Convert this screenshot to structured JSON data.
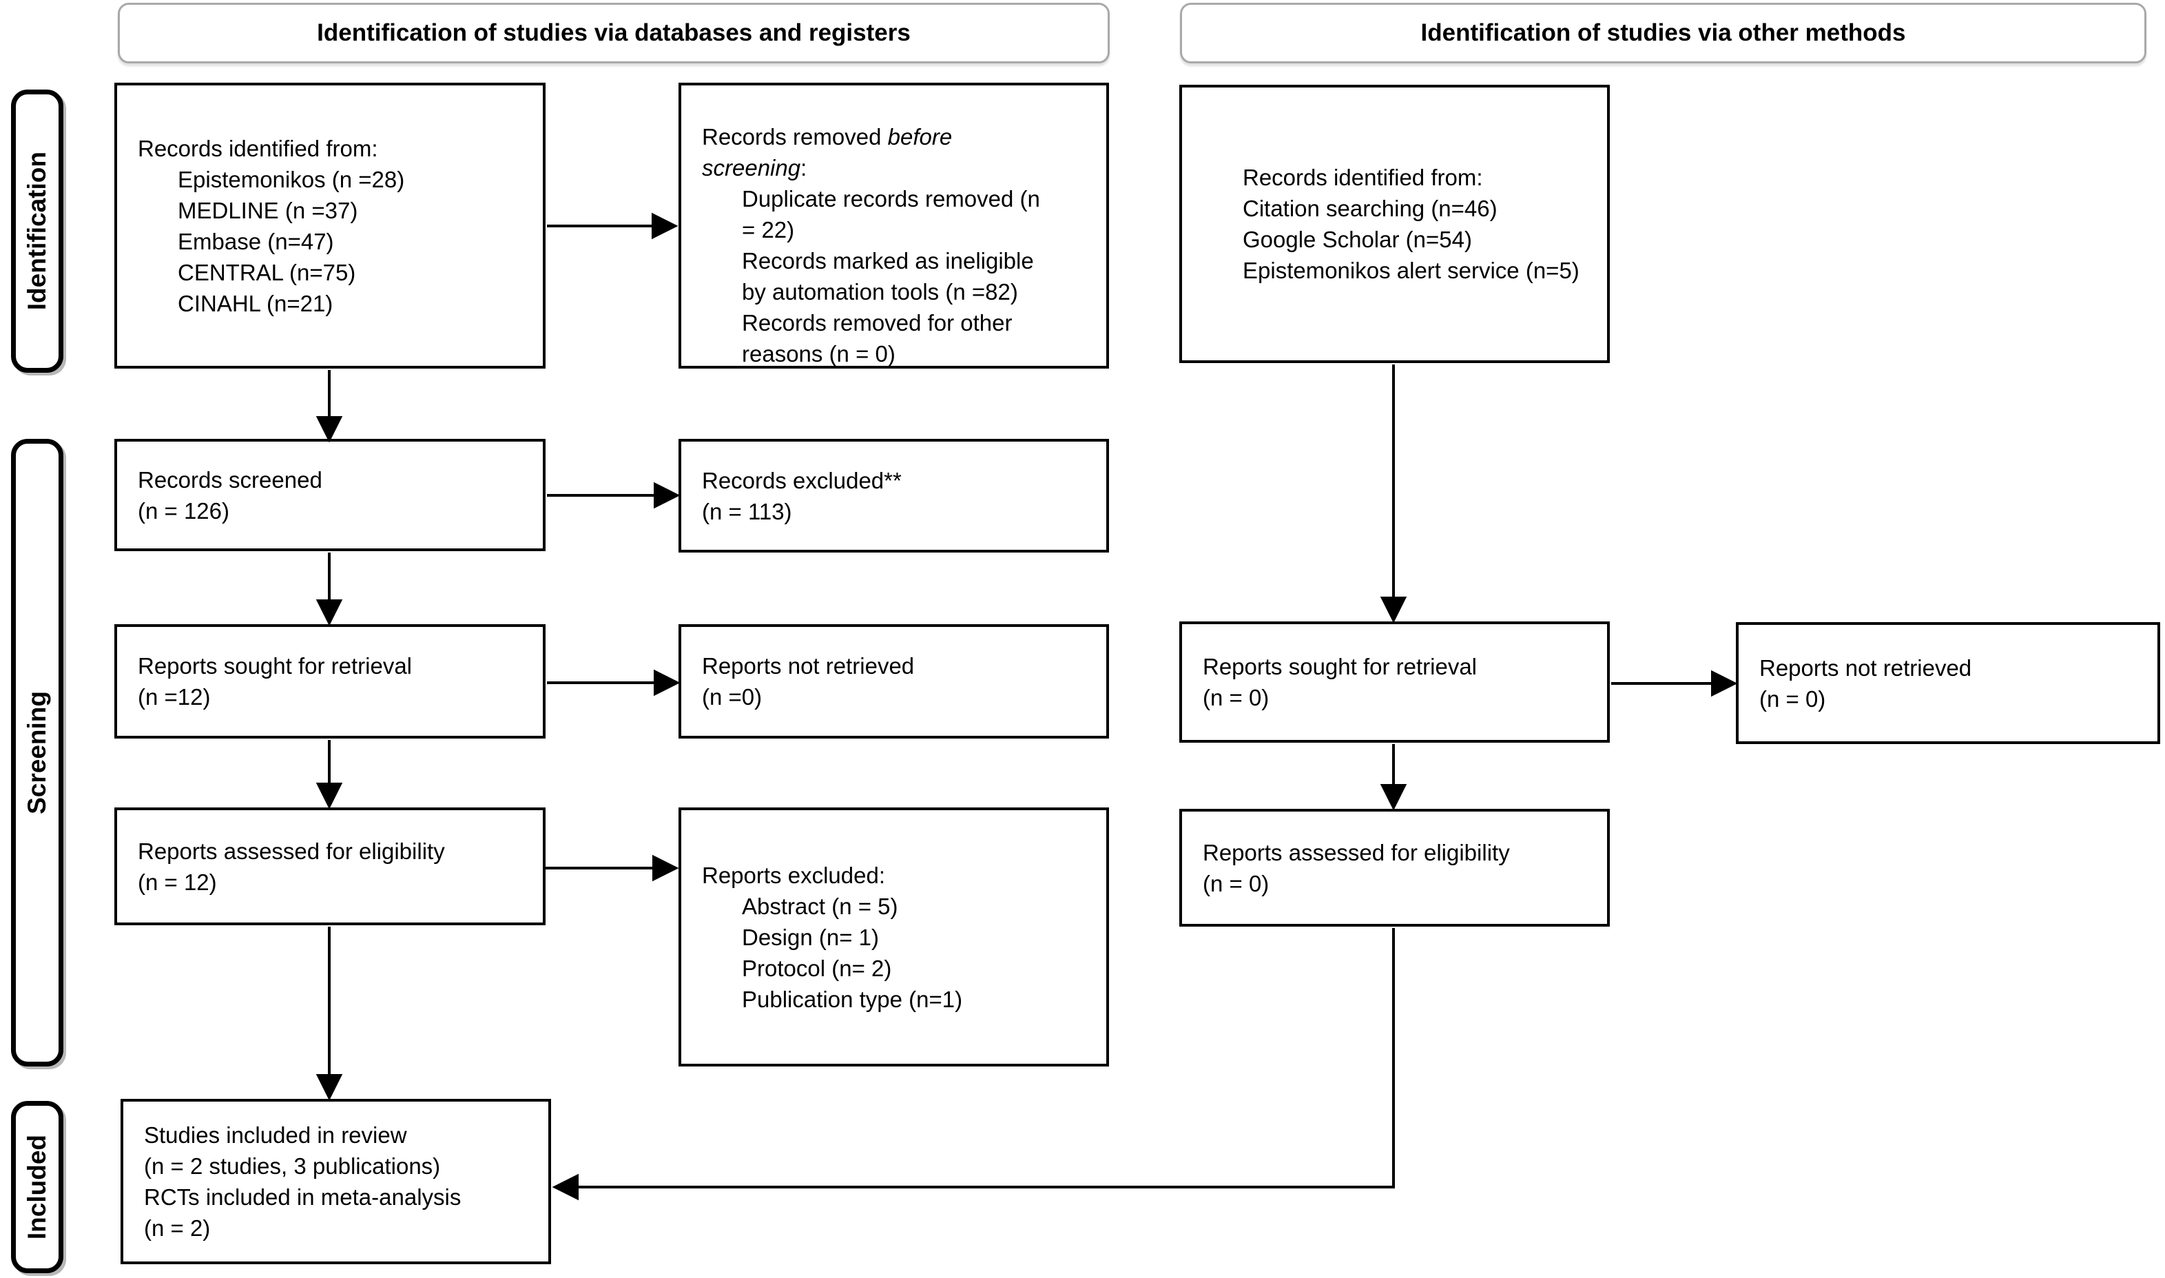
{
  "colors": {
    "box_border": "#000000",
    "header_border": "#a9a9a9",
    "text": "#000000",
    "background": "#ffffff",
    "arrow": "#000000"
  },
  "headers": {
    "databases": "Identification of studies via databases and registers",
    "other": "Identification of studies via other methods"
  },
  "side_labels": {
    "identification": "Identification",
    "screening": "Screening",
    "included": "Included"
  },
  "boxes": {
    "records_identified_db": {
      "title": "Records identified from:",
      "items": [
        "Epistemonikos (n =28)",
        "MEDLINE (n =37)",
        "Embase (n=47)",
        "CENTRAL (n=75)",
        "CINAHL (n=21)"
      ]
    },
    "records_removed": {
      "title_prefix": "Records removed ",
      "title_italic_line1": "before",
      "title_italic_line2": "screening",
      "title_suffix": ":",
      "items": [
        "Duplicate records removed (n = 22)",
        "Records marked as ineligible by automation tools (n =82)",
        "Records removed for other reasons (n = 0)"
      ]
    },
    "records_identified_other": {
      "title": "Records identified from:",
      "items": [
        "Citation searching (n=46)",
        "Google Scholar (n=54)",
        "Epistemonikos alert service (n=5)"
      ]
    },
    "records_screened": {
      "line1": "Records screened",
      "line2": "(n = 126)"
    },
    "records_excluded": {
      "line1": "Records excluded**",
      "line2": "(n = 113)"
    },
    "reports_sought_db": {
      "line1": "Reports sought for retrieval",
      "line2": "(n =12)"
    },
    "reports_not_retrieved_db": {
      "line1": "Reports not retrieved",
      "line2": "(n =0)"
    },
    "reports_sought_other": {
      "line1": "Reports sought for retrieval",
      "line2": "(n = 0)"
    },
    "reports_not_retrieved_other": {
      "line1": "Reports not retrieved",
      "line2": "(n = 0)"
    },
    "reports_assessed_db": {
      "line1": "Reports assessed for eligibility",
      "line2": "(n = 12)"
    },
    "reports_excluded": {
      "title": "Reports excluded:",
      "items": [
        "Abstract (n = 5)",
        "Design (n= 1)",
        "Protocol (n= 2)",
        "Publication type (n=1)"
      ]
    },
    "reports_assessed_other": {
      "line1": "Reports assessed for eligibility",
      "line2": "(n = 0)"
    },
    "studies_included": {
      "lines": [
        "Studies included in review",
        "(n = 2 studies, 3 publications)",
        "RCTs included in meta-analysis",
        "(n = 2)"
      ]
    }
  }
}
